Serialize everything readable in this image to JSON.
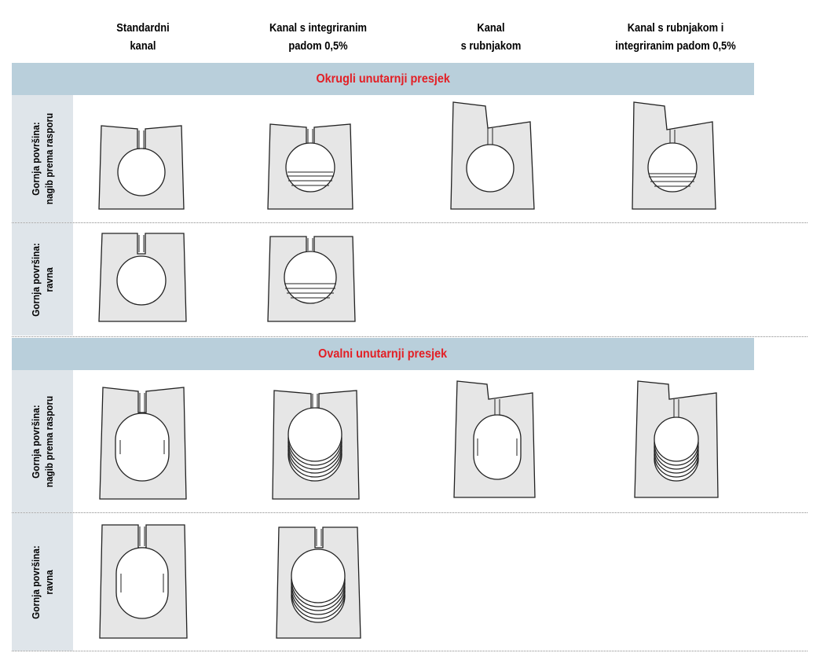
{
  "columns": [
    {
      "line1": "Standardni",
      "line2": "kanal"
    },
    {
      "line1": "Kanal s integriranim",
      "line2": "padom 0,5%"
    },
    {
      "line1": "Kanal",
      "line2": "s rubnjakom"
    },
    {
      "line1": "Kanal s rubnjakom i",
      "line2": "integriranim padom 0,5%"
    }
  ],
  "sections": [
    {
      "title": "Okrugli unutarnji presjek",
      "rows": [
        {
          "label1": "Gornja površina:",
          "label2": "nagib prema rasporu"
        },
        {
          "label1": "Gornja površina:",
          "label2": "ravna"
        }
      ]
    },
    {
      "title": "Ovalni unutarnji presjek",
      "rows": [
        {
          "label1": "Gornja površina:",
          "label2": "nagib prema rasporu"
        },
        {
          "label1": "Gornja površina:",
          "label2": "ravna"
        }
      ]
    }
  ],
  "colors": {
    "band": "#b9cfdb",
    "band_text": "#e31e24",
    "label_bg": "#dfe5ea",
    "block_fill": "#e6e6e6"
  }
}
